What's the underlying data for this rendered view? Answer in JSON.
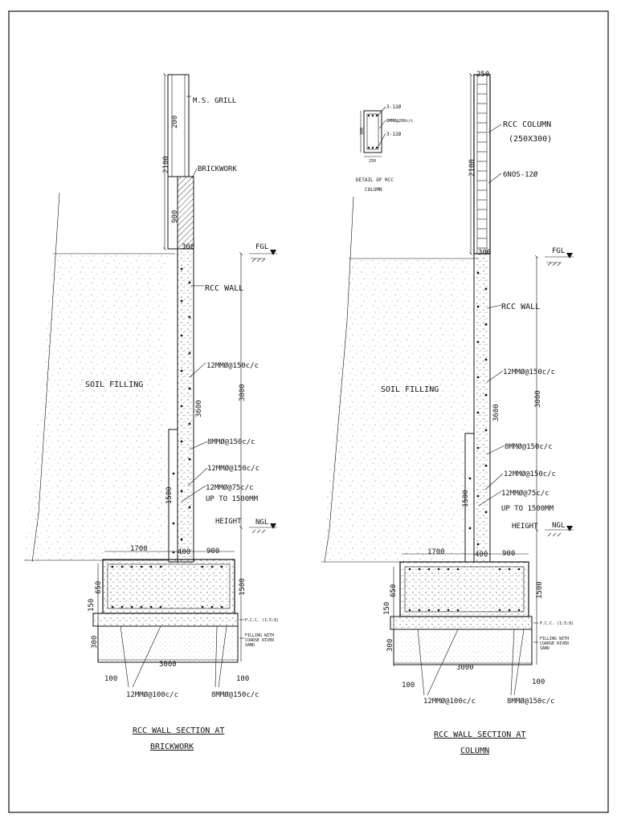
{
  "left": {
    "grill": "M.S. GRILL",
    "brickwork": "BRICKWORK",
    "rcc_wall": "RCC WALL",
    "soil": "SOIL FILLING",
    "fgl": "FGL",
    "ngl": "NGL",
    "d_200": "200",
    "d_2100": "2100",
    "d_900v": "900",
    "d_300": "300",
    "d_3600": "3600",
    "d_3000v": "3000",
    "d_1500a": "1500",
    "d_1500b": "1500",
    "d_150": "150",
    "d_650": "650",
    "d_300b": "300",
    "d_1700": "1700",
    "d_400": "400",
    "d_900": "900",
    "d_3000": "3000",
    "d_100a": "100",
    "d_100b": "100",
    "r1": "12MMØ@150c/c",
    "r2": "8MMØ@150c/c",
    "r3": "12MMØ@150c/c",
    "r4": "12MMØ@75c/c",
    "r5": "UP TO 1500MM",
    "r6": "HEIGHT",
    "pcc": "P.C.C. (1:5:8)",
    "fill1": "FILLING WITH",
    "fill2": "COARSE RIVER",
    "fill3": "SAND",
    "bot1": "12MMØ@100c/c",
    "bot2": "8MMØ@150c/c",
    "title1": "RCC WALL SECTION AT",
    "title2": "BRICKWORK"
  },
  "right": {
    "d_250": "250",
    "column1": "RCC COLUMN",
    "column2": "(250X300)",
    "bars": "6NOS-12Ø",
    "rcc_wall": "RCC WALL",
    "soil": "SOIL FILLING",
    "fgl": "FGL",
    "ngl": "NGL",
    "d_2100": "2100",
    "d_300": "300",
    "d_3600": "3600",
    "d_3000v": "3000",
    "d_1500a": "1500",
    "d_1500b": "1500",
    "d_150": "150",
    "d_650": "650",
    "d_300b": "300",
    "d_1700": "1700",
    "d_400": "400",
    "d_900": "900",
    "d_3000": "3000",
    "d_100a": "100",
    "d_100b": "100",
    "r1": "12MMØ@150c/c",
    "r2": "8MMØ@150c/c",
    "r3": "12MMØ@150c/c",
    "r4": "12MMØ@75c/c",
    "r5": "UP TO 1500MM",
    "r6": "HEIGHT",
    "pcc": "P.C.C. (1:5:8)",
    "fill1": "FILLING WITH",
    "fill2": "COARSE RIVER",
    "fill3": "SAND",
    "bot1": "12MMØ@100c/c",
    "bot2": "8MMØ@150c/c",
    "title1": "RCC WALL SECTION AT",
    "title2": "COLUMN"
  },
  "detail": {
    "l1": "3-12Ø",
    "l2": "8MMØ@200c/c",
    "l3": "3-12Ø",
    "d_300": "300",
    "d_250": "250",
    "cap1": "DETAIL OF RCC",
    "cap2": "COLUMN"
  }
}
